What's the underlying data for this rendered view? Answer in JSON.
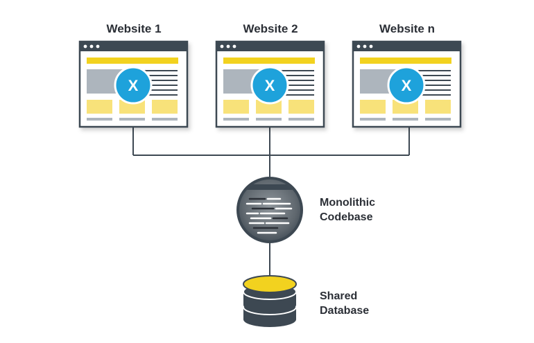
{
  "websites": [
    {
      "title": "Website 1",
      "badge": "X"
    },
    {
      "title": "Website 2",
      "badge": "X"
    },
    {
      "title": "Website n",
      "badge": "X"
    }
  ],
  "codebase": {
    "line1": "Monolithic",
    "line2": "Codebase"
  },
  "database": {
    "line1": "Shared",
    "line2": "Database"
  },
  "colors": {
    "frame": "#3d4852",
    "yellow": "#f2d21f",
    "light_yellow": "#f8e27a",
    "gray_block": "#adb5bd",
    "text_line": "#3d4852",
    "footer_line": "#adb5bd",
    "badge": "#1ea2db",
    "connector": "#3d4852"
  }
}
